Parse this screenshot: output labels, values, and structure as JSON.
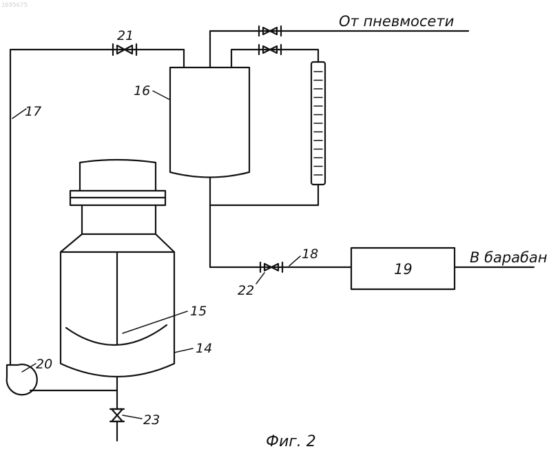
{
  "labels": {
    "n14": "14",
    "n15": "15",
    "n16": "16",
    "n17": "17",
    "n18": "18",
    "n19": "19",
    "n20": "20",
    "n21": "21",
    "n22": "22",
    "n23": "23",
    "from_pneumo": "От пневмосети",
    "to_drum": "В барабан",
    "caption": "Фиг. 2"
  },
  "corner_text": "1695675"
}
